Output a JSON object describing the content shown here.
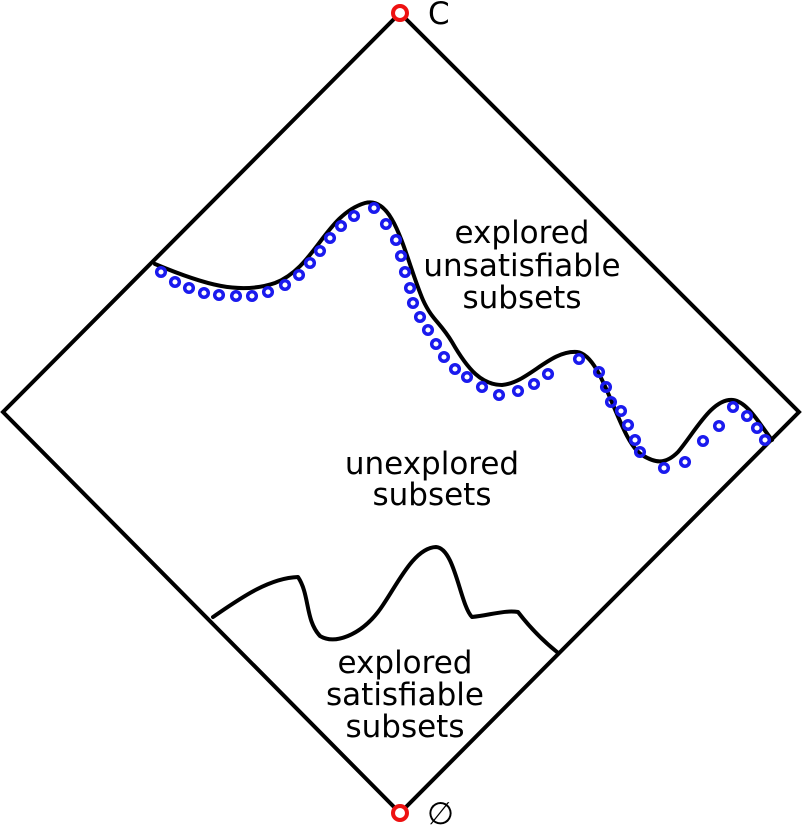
{
  "nodes": {
    "top": {
      "label": "C"
    },
    "bottom": {
      "label": "∅"
    }
  },
  "regions": {
    "unsat": {
      "lines": [
        "explored",
        "unsatisfiable",
        "subsets"
      ]
    },
    "unexplored": {
      "lines": [
        "unexplored",
        "subsets"
      ]
    },
    "sat": {
      "lines": [
        "explored",
        "satisfiable",
        "subsets"
      ]
    }
  },
  "colors": {
    "outline": "#000000",
    "node_marker": "#ee1111",
    "frontier_marker": "#1a1aee"
  }
}
